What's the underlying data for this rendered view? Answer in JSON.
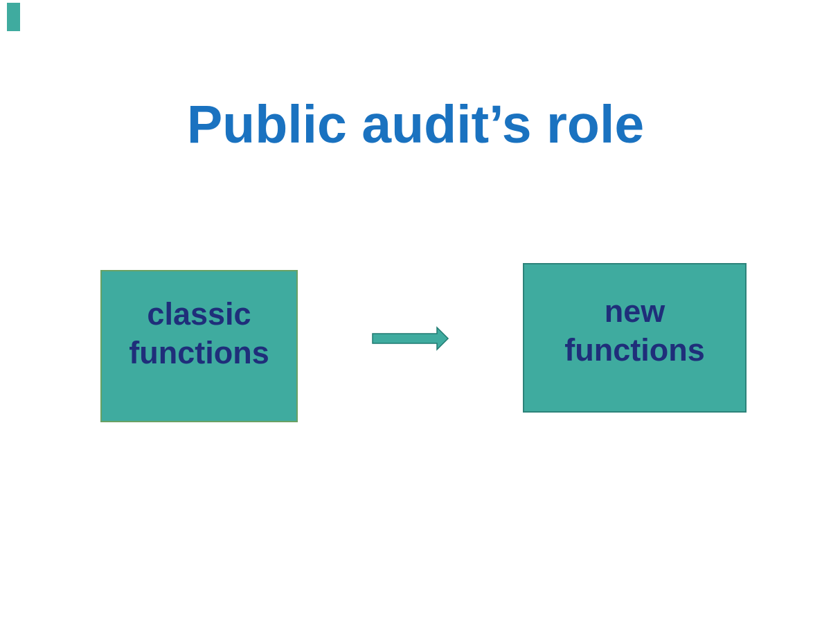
{
  "slide": {
    "title": "Public audit’s role",
    "corner_mark": "teal-rectangle-artifact",
    "boxes": [
      {
        "name": "classic-functions",
        "line1": "classic",
        "line2": "functions"
      },
      {
        "name": "new-functions",
        "line1": "new",
        "line2": "functions"
      }
    ],
    "arrow": {
      "name": "right-arrow",
      "direction": "right"
    },
    "colors": {
      "background": "#ffffff",
      "title_blue": "#1a72c0",
      "box_fill": "#3fab9f",
      "box_border_left": "#69a164",
      "box_border_right": "#2d837a",
      "text_navy": "#1f2e7a",
      "arrow_fill": "#3fab9f",
      "arrow_outline": "#1f7a70"
    }
  }
}
